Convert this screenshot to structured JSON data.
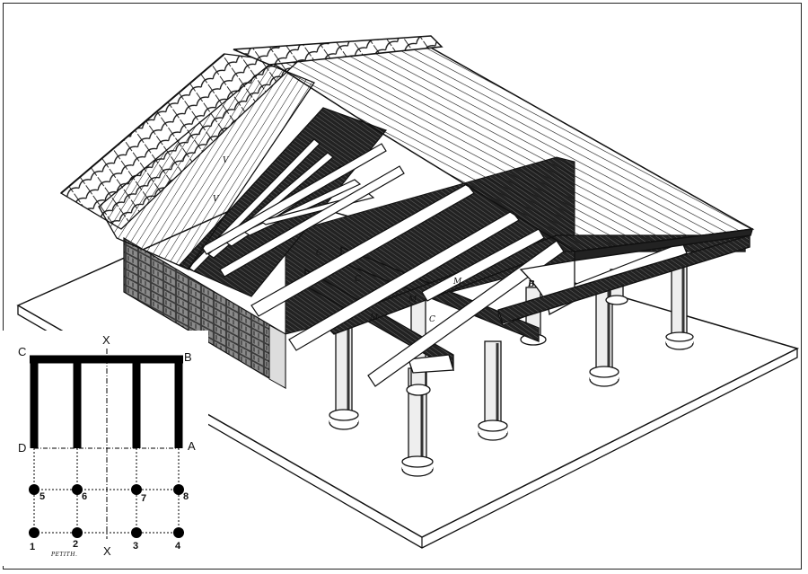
{
  "figure": {
    "subject": "Isometric reconstruction of timber-roofed temple with cutaway roof framing, and ground plan inset",
    "colors": {
      "ink": "#111111",
      "paper": "#ffffff"
    }
  },
  "drawing_labels": {
    "roof_v_upper": "V",
    "roof_v_lower": "V",
    "rafter_c_1": "C",
    "rafter_c_2": "C",
    "beam_m_1": "M",
    "beam_m_2": "M",
    "beam_m_3": "M",
    "pediment_b": "B",
    "rafter_c_3": "C"
  },
  "plan": {
    "corners": {
      "c": "C",
      "b": "B",
      "d": "D",
      "a": "A"
    },
    "axis_top": "X",
    "axis_bottom": "X",
    "columns_front_row": [
      "1",
      "2",
      "3",
      "4"
    ],
    "columns_back_row": [
      "5",
      "6",
      "7",
      "8"
    ],
    "signature": "PETITH."
  }
}
